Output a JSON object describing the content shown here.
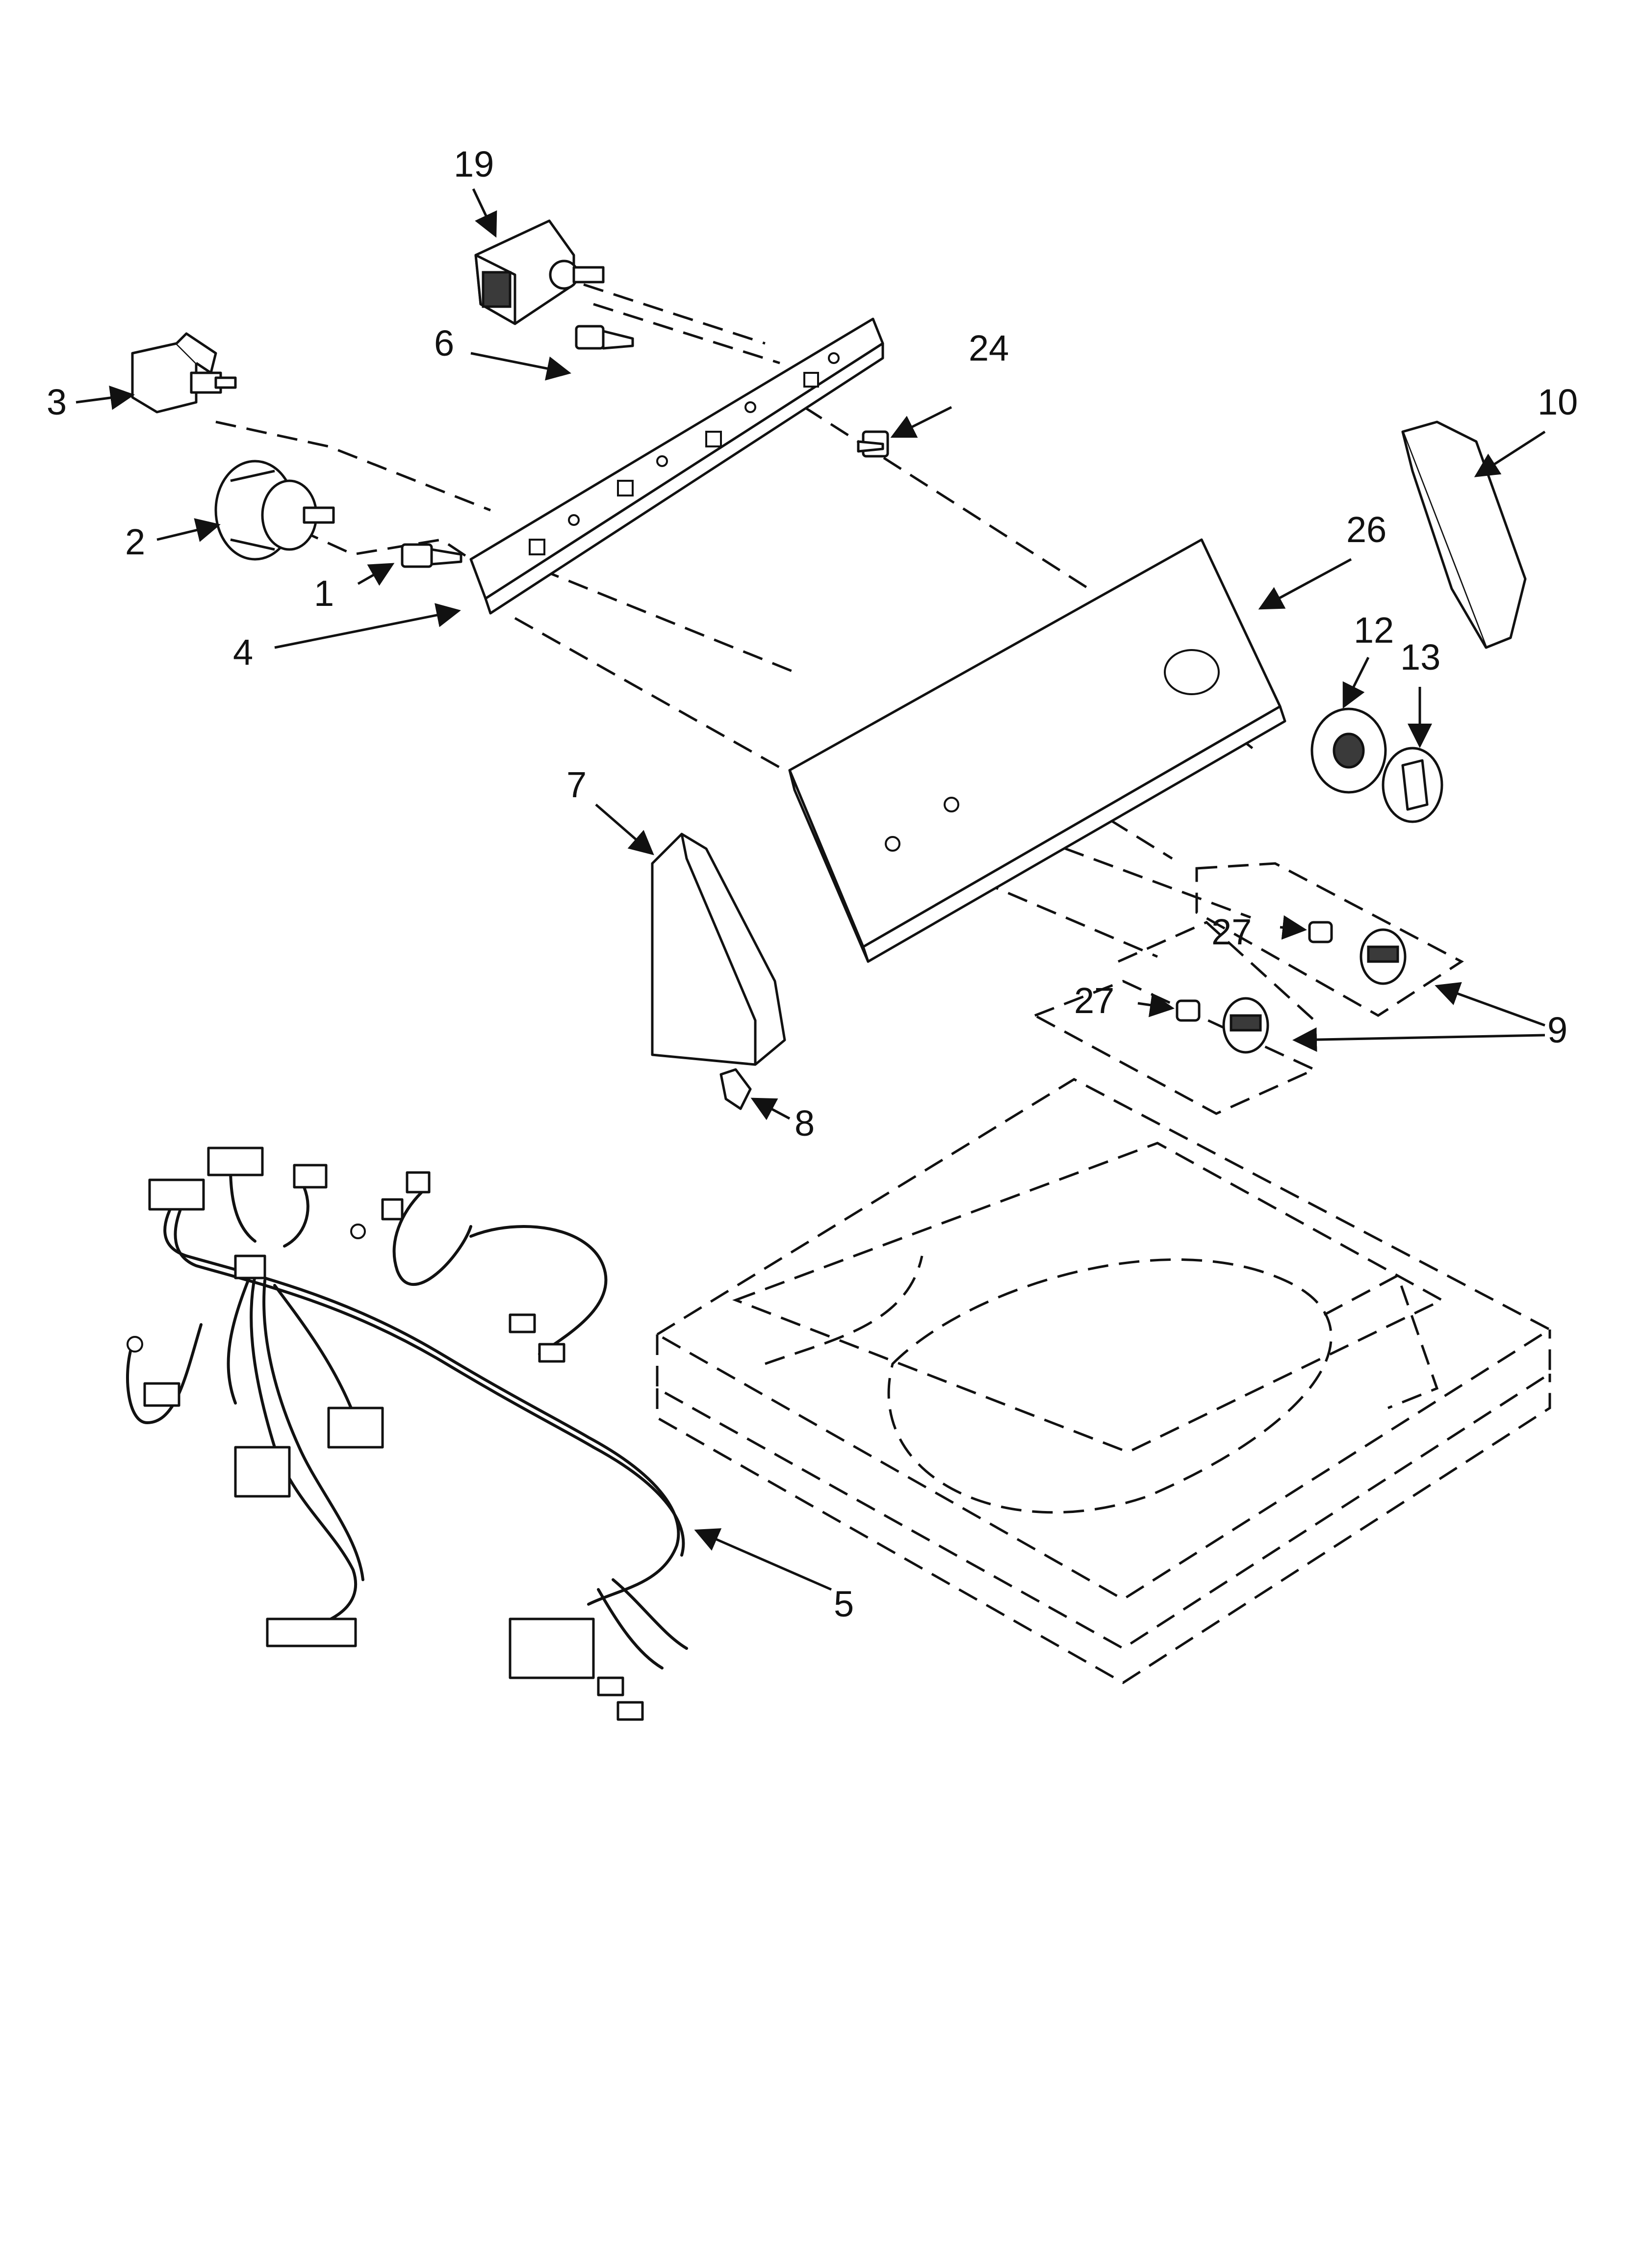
{
  "diagram": {
    "callouts": {
      "c19": "19",
      "c6": "6",
      "c24": "24",
      "c3": "3",
      "c10": "10",
      "c2": "2",
      "c26": "26",
      "c1": "1",
      "c4": "4",
      "c12": "12",
      "c13": "13",
      "c7": "7",
      "c27a": "27",
      "c27b": "27",
      "c9": "9",
      "c8": "8",
      "c5": "5"
    }
  }
}
